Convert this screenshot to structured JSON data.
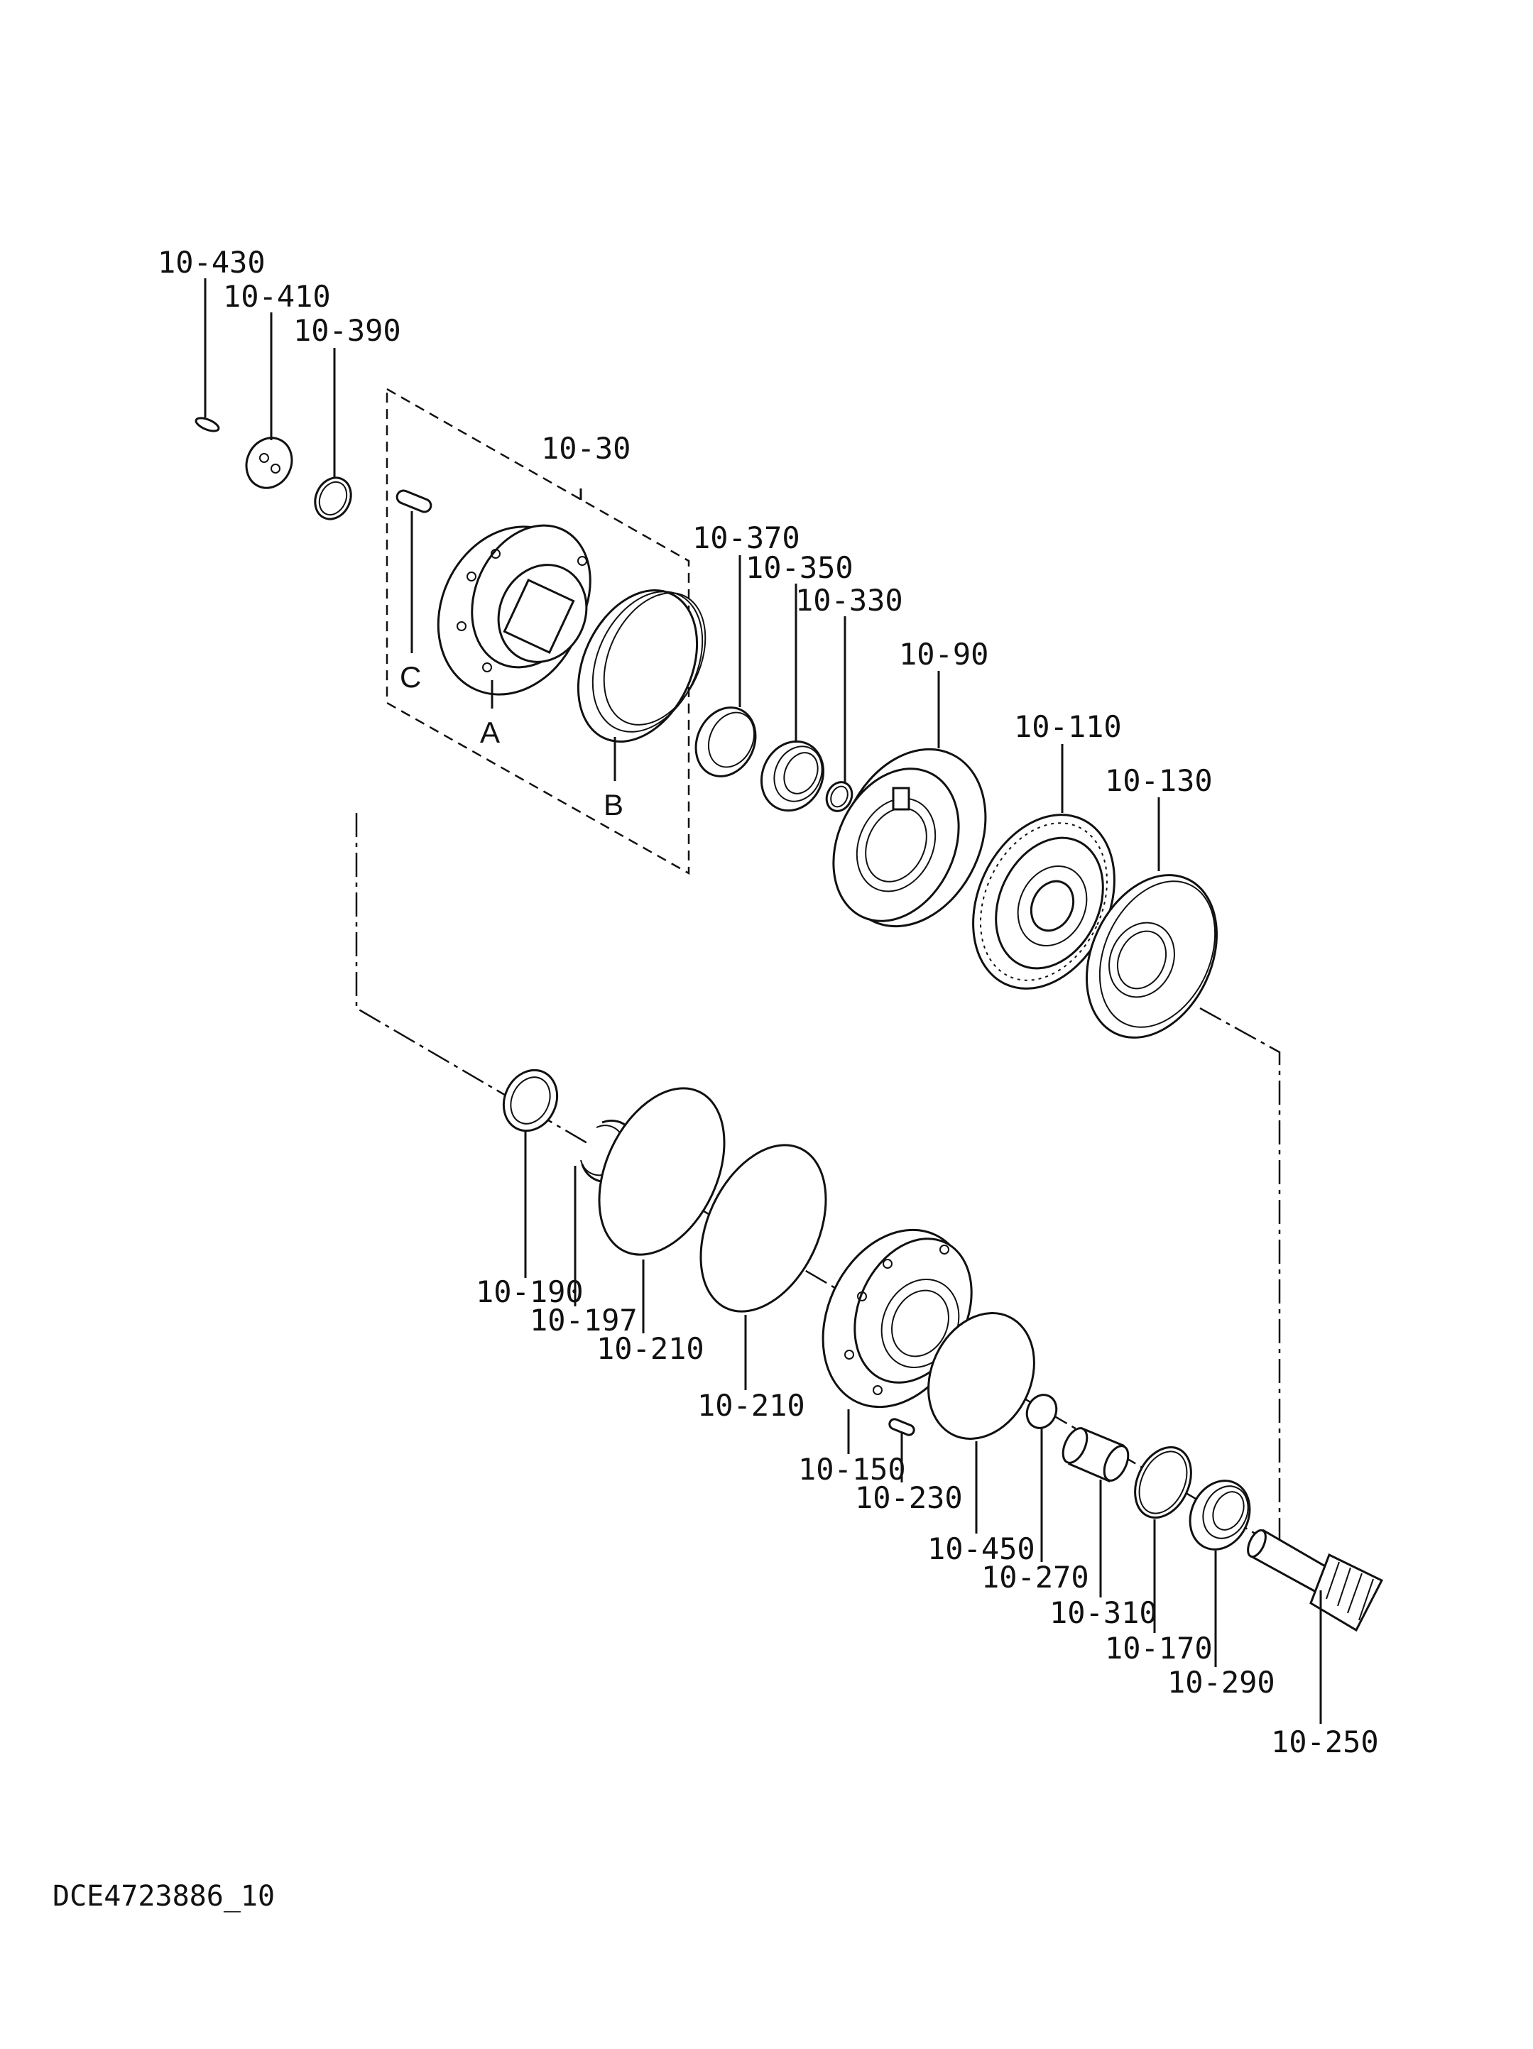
{
  "diagram": {
    "part_labels": {
      "p430": "10-430",
      "p410": "10-410",
      "p390": "10-390",
      "p30": "10-30",
      "p370": "10-370",
      "p350": "10-350",
      "p330": "10-330",
      "p90": "10-90",
      "p110": "10-110",
      "p130": "10-130",
      "p190": "10-190",
      "p197": "10-197",
      "p210a": "10-210",
      "p210b": "10-210",
      "p150": "10-150",
      "p230": "10-230",
      "p450": "10-450",
      "p270": "10-270",
      "p310": "10-310",
      "p170": "10-170",
      "p290": "10-290",
      "p250": "10-250"
    },
    "sub_labels": {
      "a": "A",
      "b": "B",
      "c": "C"
    },
    "drawing_code": "DCE4723886_10"
  }
}
